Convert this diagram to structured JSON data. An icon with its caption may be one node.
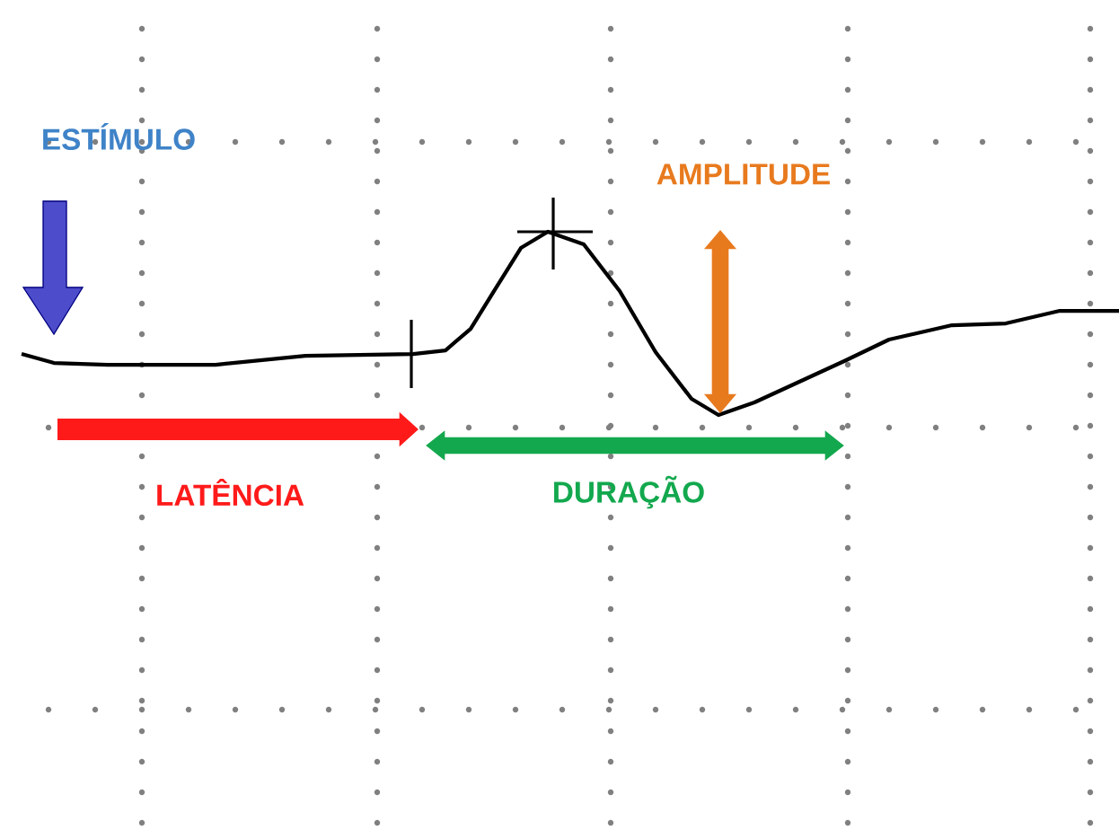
{
  "diagram": {
    "labels": [
      "ESTÍMULO",
      "AMPLITUDE",
      "LATÊNCIA",
      "DURAÇÃO"
    ]
  }
}
